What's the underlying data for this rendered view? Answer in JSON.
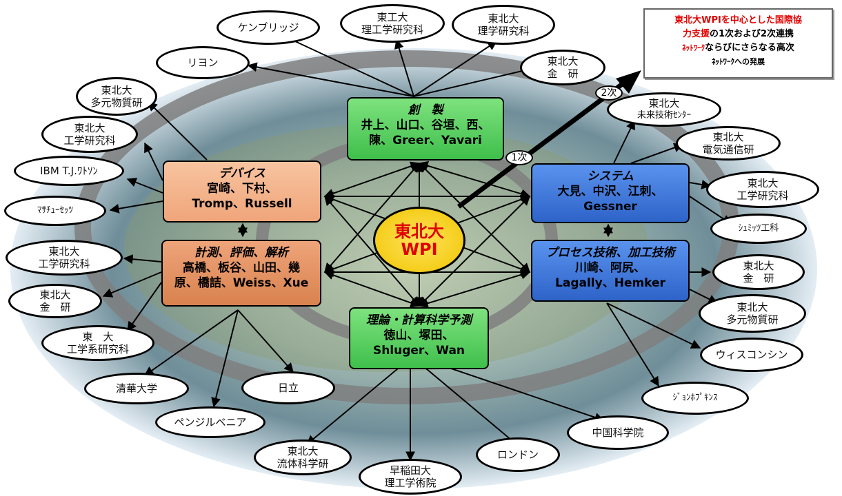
{
  "callout": {
    "line1_red": "東北大WPIを中心とした国際協",
    "line2_red": "力支援",
    "line2_rest": "の1次および2次連携",
    "line3_red": "ﾈｯﾄﾜｰｸ",
    "line3_rest": "ならびにさらなる高次",
    "line4": "ﾈｯﾄﾜｰｸへの発展"
  },
  "center": {
    "line1": "東北大",
    "line2": "WPI"
  },
  "boxes": {
    "sousei": {
      "title": "創　製",
      "line1": "井上、山口、谷垣、西、",
      "line2": "陳、Greer、Yavari"
    },
    "device": {
      "title": "デバイス",
      "line1": "宮崎、下村、",
      "line2": "Tromp、Russell"
    },
    "keisoku": {
      "title": "計測、評価、解析",
      "line1": "高橋、板谷、山田、幾",
      "line2": "原、橋詰、Weiss、Xue"
    },
    "system": {
      "title": "システム",
      "line1": "大見、中沢、江刺、",
      "line2": "Gessner"
    },
    "process": {
      "title": "プロセス技術、加工技術",
      "line1": "川崎、阿尻、",
      "line2": "Lagally、Hemker"
    },
    "riron": {
      "title": "理論・計算科学予測",
      "line1": "徳山、塚田、",
      "line2": "Shluger、Wan"
    }
  },
  "tags": {
    "primary": "1次",
    "secondary": "2次"
  },
  "ovals": {
    "cambridge": {
      "l1": "ケンブリッジ",
      "l2": ""
    },
    "tokodai_riko": {
      "l1": "東工大",
      "l2": "理工学研究科"
    },
    "tohoku_rigaku": {
      "l1": "東北大",
      "l2": "理学研究科"
    },
    "tohoku_kinken_top": {
      "l1": "東北大",
      "l2": "金　研"
    },
    "lyon": {
      "l1": "リヨン",
      "l2": ""
    },
    "tohoku_tagen_left": {
      "l1": "東北大",
      "l2": "多元物質研"
    },
    "tohoku_kogaku_left1": {
      "l1": "東北大",
      "l2": "工学研究科"
    },
    "ibm": {
      "l1": "IBM T.J.ﾜﾄｿﾝ",
      "l2": ""
    },
    "mit": {
      "l1": "ﾏｻﾁｭｰｾｯﾂ",
      "l2": ""
    },
    "tohoku_kogaku_left2": {
      "l1": "東北大",
      "l2": "工学研究科"
    },
    "tohoku_kinken_left": {
      "l1": "東北大",
      "l2": "金　研"
    },
    "todai_kogaku": {
      "l1": "東　大",
      "l2": "工学系研究科"
    },
    "tsinghua": {
      "l1": "清華大学",
      "l2": ""
    },
    "hitachi": {
      "l1": "日立",
      "l2": ""
    },
    "penn": {
      "l1": "ペンジルベニア",
      "l2": ""
    },
    "tohoku_ryutai": {
      "l1": "東北大",
      "l2": "流体科学研"
    },
    "waseda": {
      "l1": "早稲田大",
      "l2": "理工学術院"
    },
    "london": {
      "l1": "ロンドン",
      "l2": ""
    },
    "cas": {
      "l1": "中国科学院",
      "l2": ""
    },
    "johns_hopkins": {
      "l1": "ｼﾞｮﾝﾎﾌﾟｷﾝｽ",
      "l2": ""
    },
    "wisconsin": {
      "l1": "ウィスコンシン",
      "l2": ""
    },
    "tohoku_tagen_right": {
      "l1": "東北大",
      "l2": "多元物質研"
    },
    "tohoku_kinken_right": {
      "l1": "東北大",
      "l2": "金　研"
    },
    "chemnitz": {
      "l1": "ｼｭﾐｯﾂ工科",
      "l2": ""
    },
    "tohoku_kogaku_right": {
      "l1": "東北大",
      "l2": "工学研究科"
    },
    "tohoku_denki": {
      "l1": "東北大",
      "l2": "電気通信研"
    },
    "tohoku_mirai": {
      "l1": "東北大",
      "l2": "未来技術ｾﾝﾀｰ"
    }
  }
}
